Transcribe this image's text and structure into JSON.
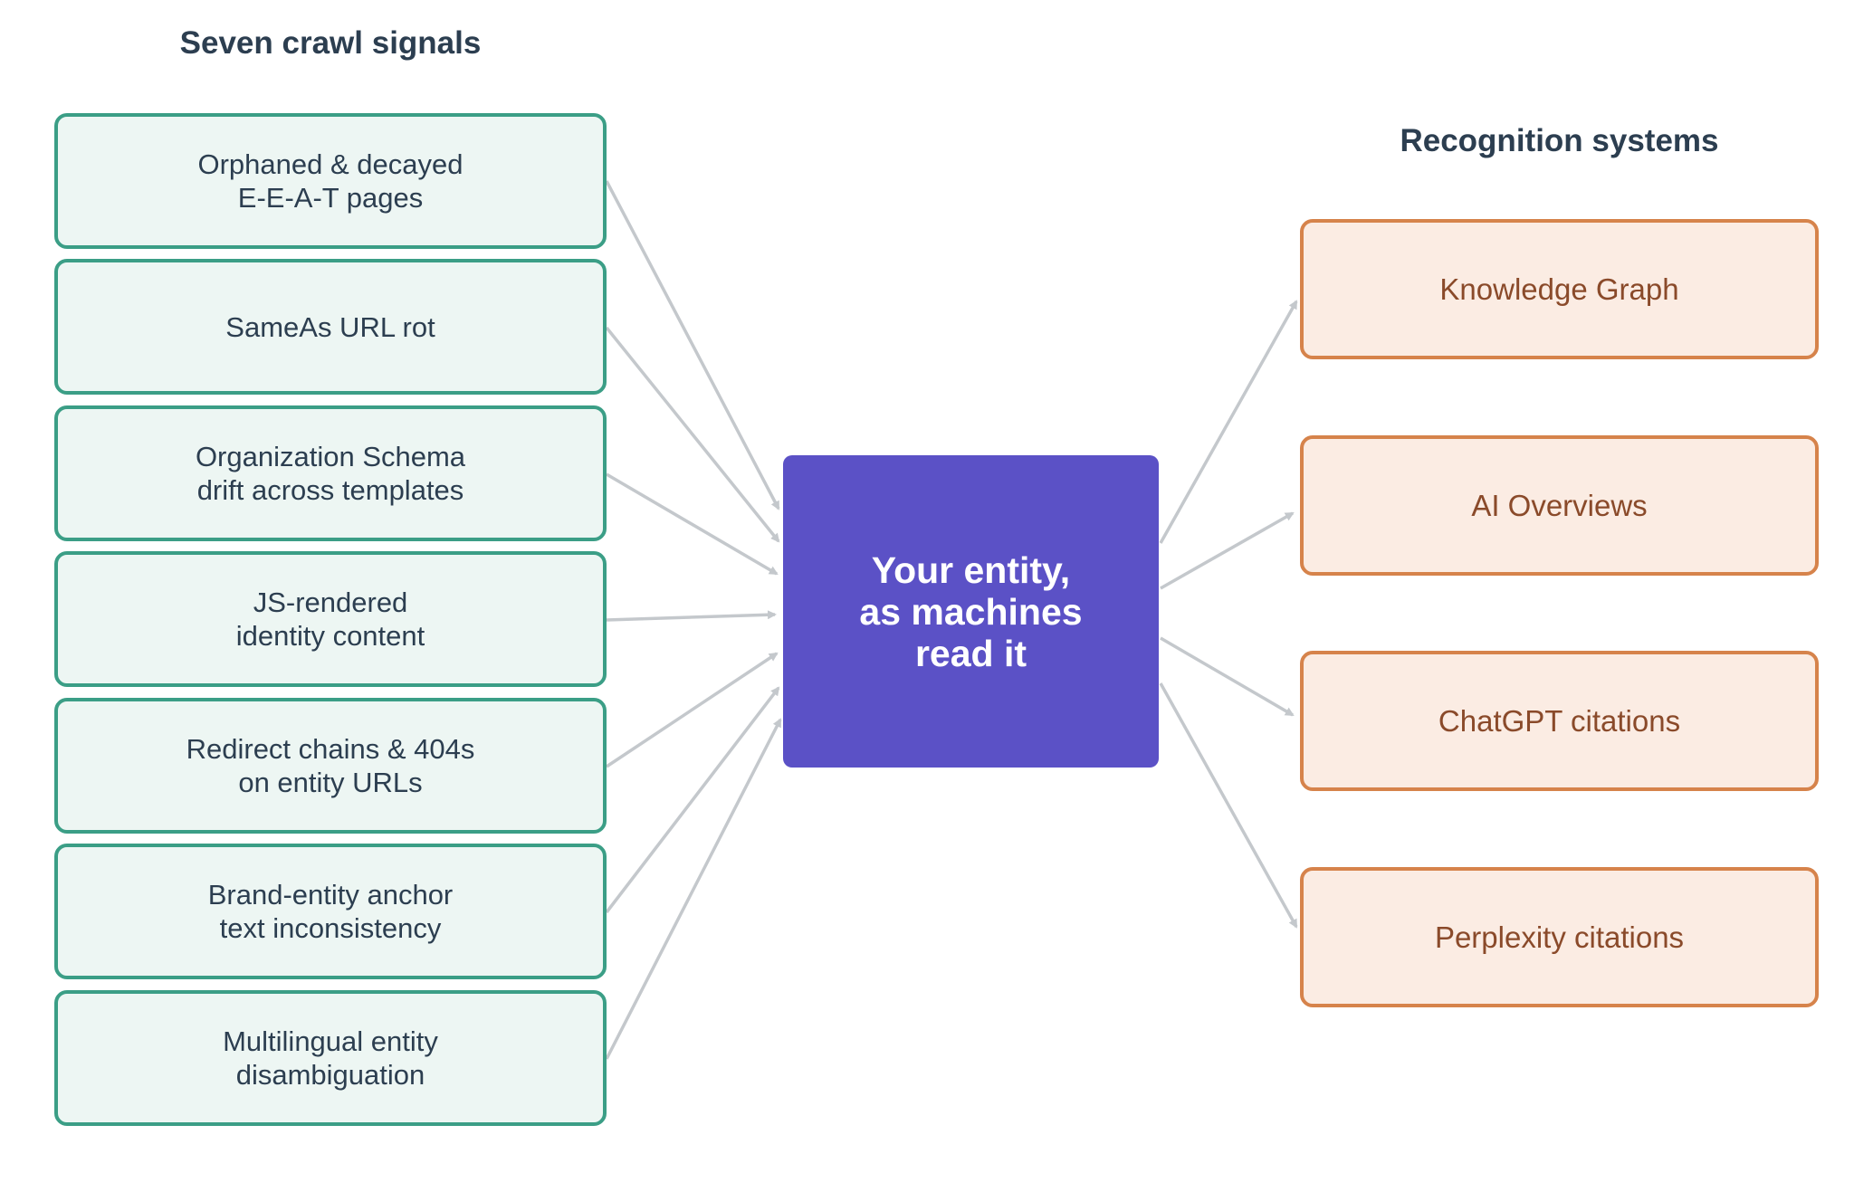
{
  "left_heading": "Seven crawl signals",
  "right_heading": "Recognition systems",
  "center_label": "Your entity,\nas machines\nread it",
  "signals": [
    {
      "label": "Orphaned & decayed\nE-E-A-T pages"
    },
    {
      "label": "SameAs URL rot"
    },
    {
      "label": "Organization Schema\ndrift across templates"
    },
    {
      "label": "JS-rendered\nidentity content"
    },
    {
      "label": "Redirect chains & 404s\non entity URLs"
    },
    {
      "label": "Brand-entity anchor\ntext inconsistency"
    },
    {
      "label": "Multilingual entity\ndisambiguation"
    }
  ],
  "systems": [
    {
      "label": "Knowledge Graph"
    },
    {
      "label": "AI Overviews"
    },
    {
      "label": "ChatGPT citations"
    },
    {
      "label": "Perplexity citations"
    }
  ],
  "colors": {
    "signal_border": "#3b9e86",
    "signal_fill": "#edf6f3",
    "system_border": "#d6834b",
    "system_fill": "#fbece3",
    "system_text": "#8a4a2a",
    "center_fill": "#5b51c6",
    "arrow": "#c4c8cc",
    "heading_text": "#2c3e50"
  }
}
